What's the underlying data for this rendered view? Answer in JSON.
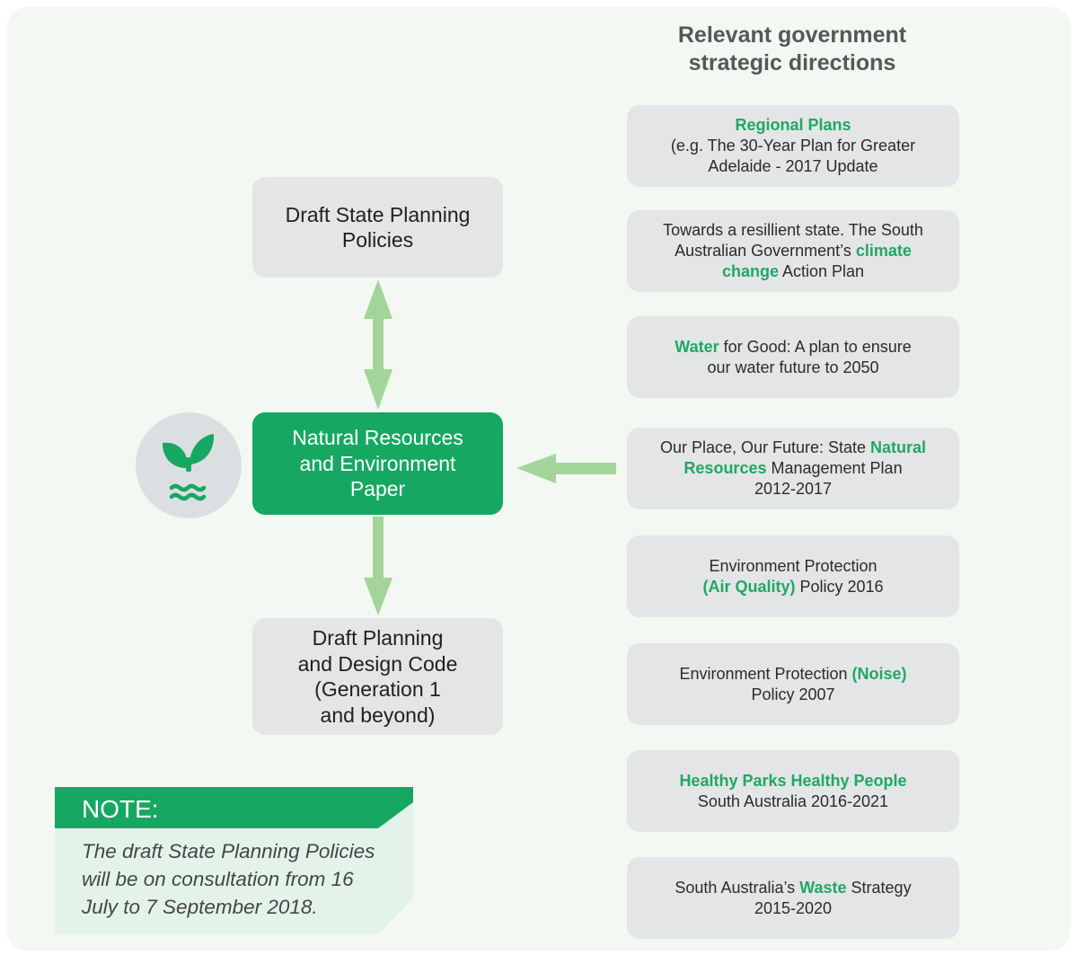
{
  "heading": {
    "line1": "Relevant government",
    "line2": "strategic directions"
  },
  "left_boxes": {
    "state_policies": {
      "line1": "Draft State Planning",
      "line2": "Policies"
    },
    "center": {
      "line1": "Natural Resources",
      "line2": "and Environment",
      "line3": "Paper"
    },
    "design_code": {
      "line1": "Draft Planning",
      "line2": "and Design Code",
      "line3": "(Generation 1",
      "line4": "and beyond)"
    }
  },
  "icons": {
    "center_icon": "leaf-and-water-icon"
  },
  "right_boxes": [
    {
      "l1_green": "Regional Plans",
      "l2": "(e.g. The 30-Year Plan for Greater",
      "l3": "Adelaide - 2017 Update"
    },
    {
      "l1": "Towards a resillient state. The South",
      "l2a": "Australian Government’s ",
      "l2_green": "climate",
      "l3_green": "change",
      "l3b": " Action Plan"
    },
    {
      "l1_green": "Water",
      "l1b": " for Good: A plan to ensure",
      "l2": "our water future to 2050"
    },
    {
      "l1a": "Our Place, Our Future: State ",
      "l1_green": "Natural",
      "l2_green": "Resources",
      "l2b": " Management Plan",
      "l3": "2012-2017"
    },
    {
      "l1": "Environment Protection",
      "l2_green": "(Air Quality)",
      "l2b": " Policy 2016"
    },
    {
      "l1a": "Environment Protection ",
      "l1_green": "(Noise)",
      "l2": "Policy 2007"
    },
    {
      "l1_green": "Healthy Parks Healthy People",
      "l2": "South Australia 2016-2021"
    },
    {
      "l1a": "South Australia’s ",
      "l1_green": "Waste",
      "l1b": " Strategy",
      "l2": "2015-2020"
    }
  ],
  "note": {
    "title": "NOTE:",
    "line1": "The draft State Planning Policies",
    "line2": "will be on consultation from 16",
    "line3": "July to 7 September 2018."
  },
  "colors": {
    "brand_green": "#16a862",
    "text_green": "#1fa864",
    "arrow_green": "#a3d59a",
    "box_grey": "#e4e5e7",
    "panel_bg": "#f3f8f3"
  }
}
